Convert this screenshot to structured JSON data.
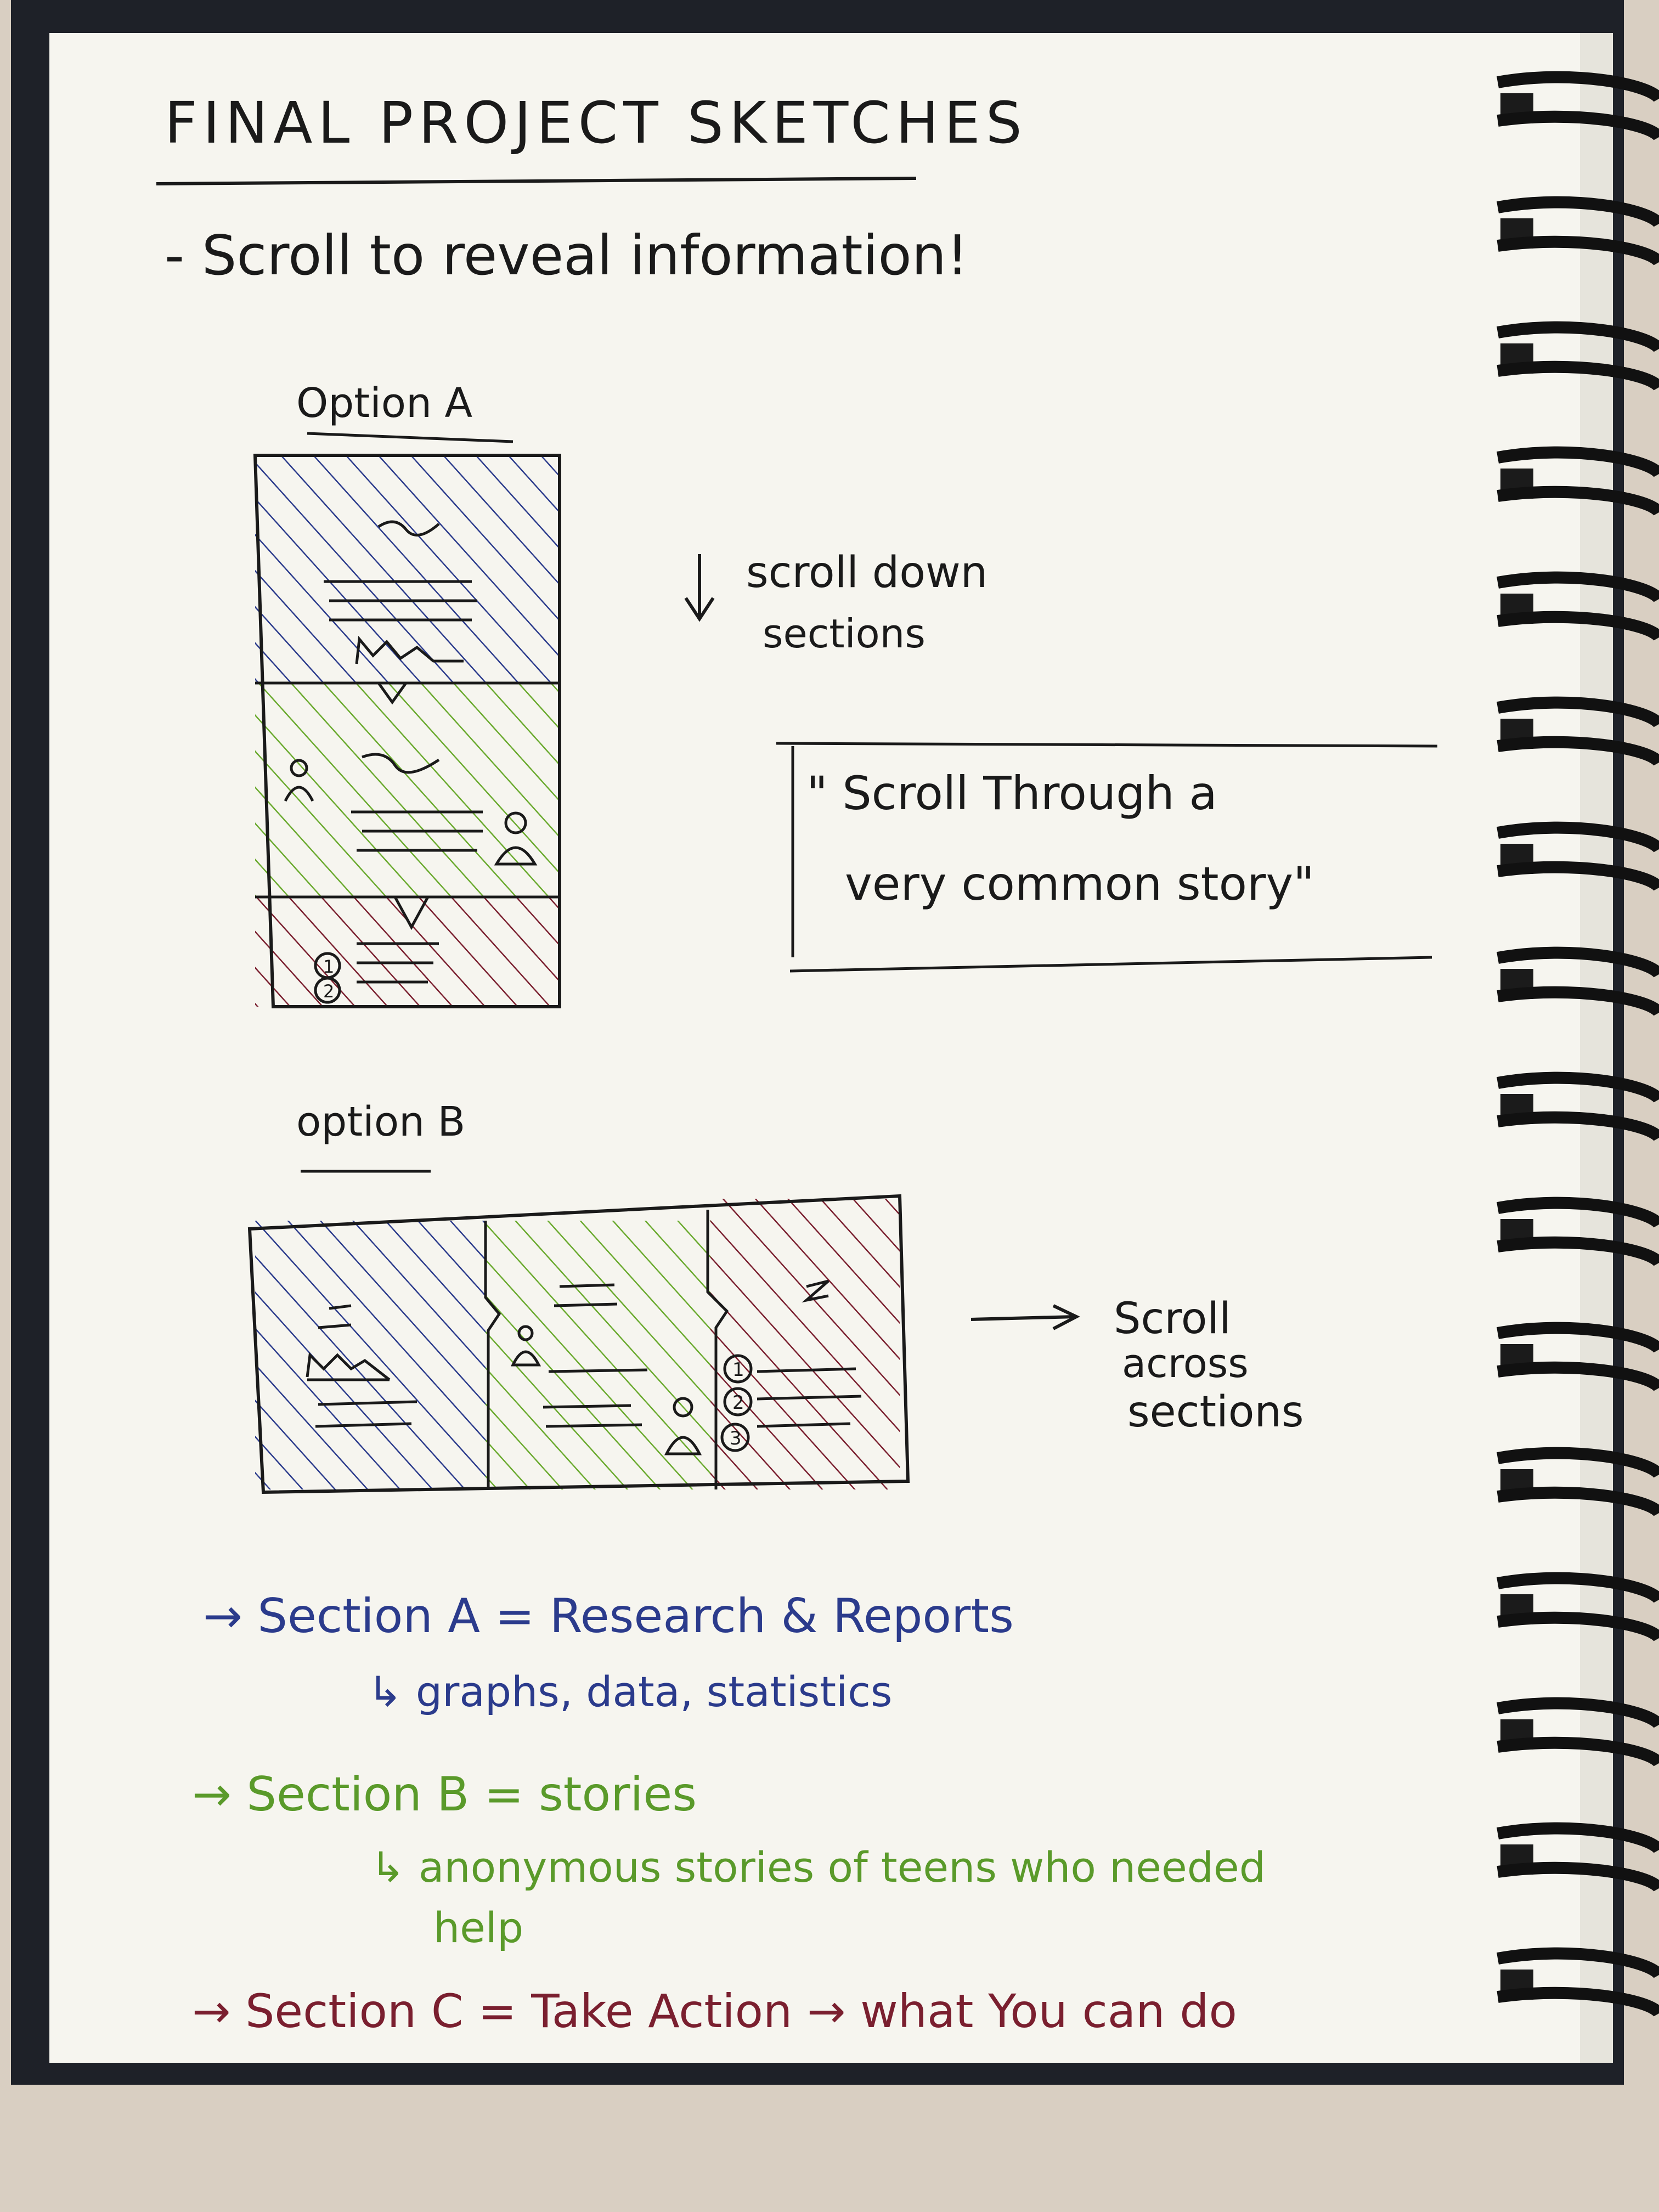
{
  "title": "FINAL PROJECT SKETCHES",
  "intro": "- Scroll to reveal information!",
  "option_a": {
    "label": "Option A",
    "arrow_note_line1": "scroll down",
    "arrow_note_line2": "sections",
    "quote_line1": "\" Scroll Through  a",
    "quote_line2": "very common story\""
  },
  "option_b": {
    "label": "option B",
    "note_line1": "Scroll",
    "note_line2": "across",
    "note_line3": "sections"
  },
  "sketch_glyphs": {
    "num1": "1",
    "num2": "2",
    "num3": "3"
  },
  "notes": {
    "section_a": "→ Section A  =  Research & Reports",
    "section_a_sub": "↳ graphs, data, statistics",
    "section_b": "→ Section B  =  stories",
    "section_b_sub1": "↳ anonymous  stories of teens who needed",
    "section_b_sub2": "help",
    "section_c": "→ Section C  =  Take Action  → what  You can do"
  },
  "colors": {
    "ink": "#1a1a1a",
    "blue": "#2b3b8c",
    "green": "#5a9a2a",
    "maroon": "#7a1f2f",
    "paper": "#f6f5ef",
    "cover": "#1e2128",
    "coil": "#111111"
  }
}
